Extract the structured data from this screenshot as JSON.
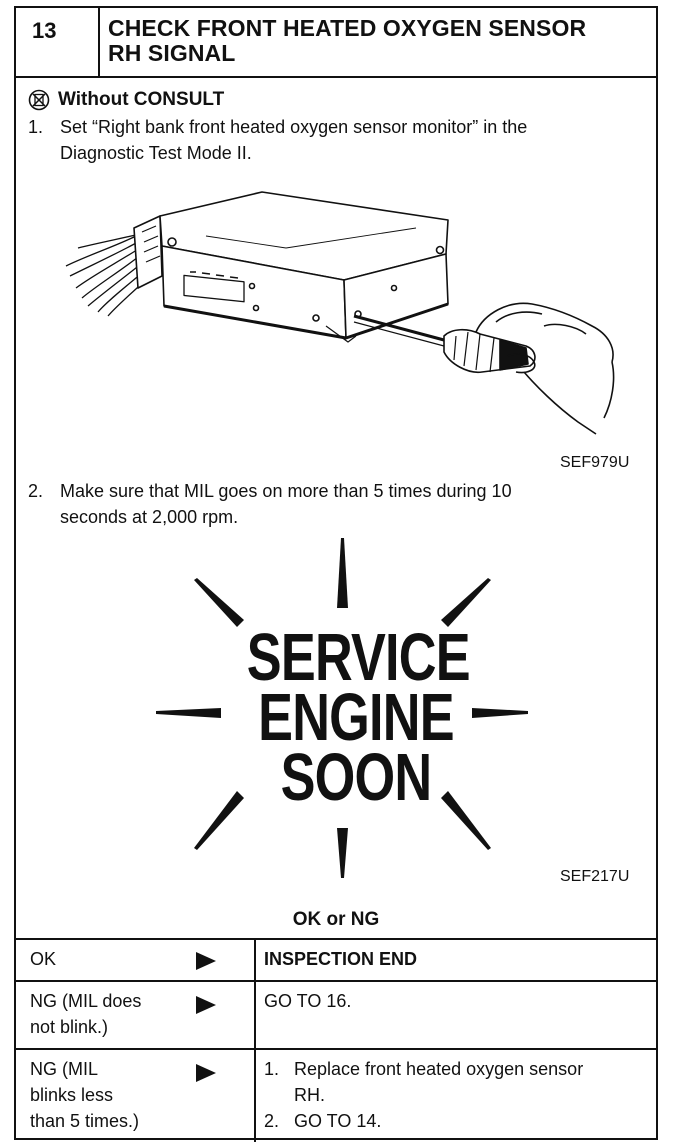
{
  "header": {
    "step_number": "13",
    "title_line1": "CHECK FRONT HEATED OXYGEN SENSOR",
    "title_line2": "RH SIGNAL"
  },
  "mode": {
    "icon": "no-consult-icon",
    "label": "Without CONSULT"
  },
  "steps": [
    {
      "num": "1.",
      "line1": "Set “Right bank front heated oxygen sensor monitor” in the",
      "line2": "Diagnostic Test Mode II."
    },
    {
      "num": "2.",
      "line1": "Make sure that MIL goes on more than 5 times during 10",
      "line2": "seconds at 2,000 rpm."
    }
  ],
  "figures": {
    "ecm_ref": "SEF979U",
    "mil_ref": "SEF217U",
    "mil_text": [
      "SERVICE",
      "ENGINE",
      "SOON"
    ]
  },
  "result_label": "OK or NG",
  "table": {
    "rows": [
      {
        "condition": [
          "OK"
        ],
        "action_bold": "INSPECTION END"
      },
      {
        "condition": [
          "NG (MIL does",
          "not blink.)"
        ],
        "action": "GO TO 16."
      },
      {
        "condition": [
          "NG (MIL",
          "blinks less",
          "than 5 times.)"
        ],
        "action_items": [
          {
            "n": "1.",
            "line1": "Replace front heated oxygen sensor",
            "line2": "RH."
          },
          {
            "n": "2.",
            "line1": "GO TO 14."
          }
        ]
      }
    ]
  }
}
